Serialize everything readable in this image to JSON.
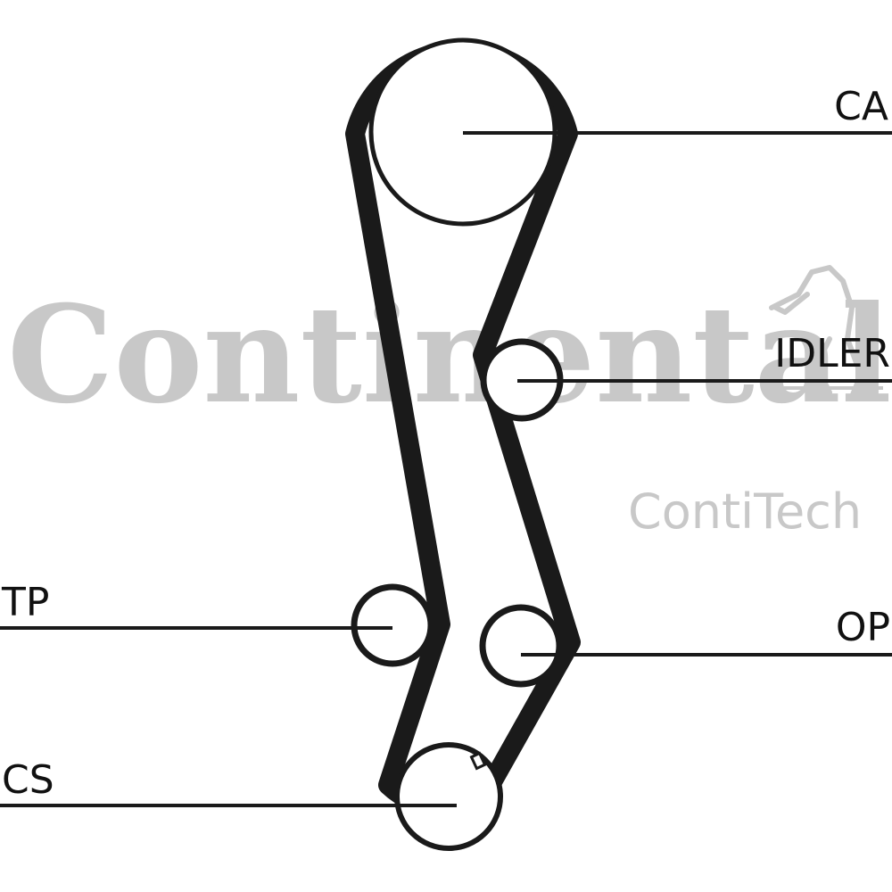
{
  "labels": {
    "ca": "CA",
    "idler": "IDLER",
    "tp": "TP",
    "op": "OP",
    "cs": "CS"
  },
  "watermark": {
    "brand": "Continental",
    "sub_brand": "ContiTech",
    "color": "#c8c8c8",
    "logo": "horse-icon"
  },
  "colors": {
    "belt": "#1a1a1a",
    "lines": "#1a1a1a"
  }
}
